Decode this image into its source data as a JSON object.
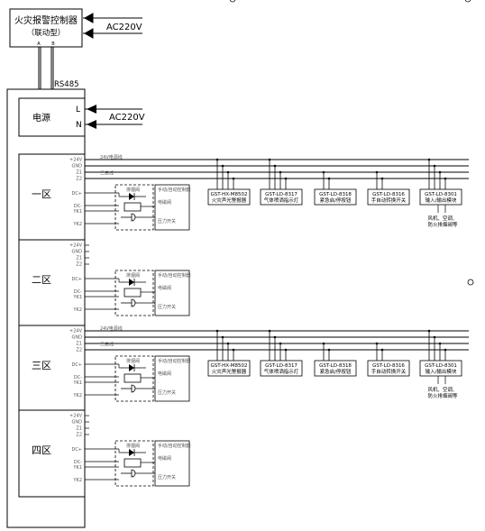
{
  "controller": {
    "line1": "火灾报警控制器",
    "line2": "（联动型）",
    "term_a": "A",
    "term_b": "B"
  },
  "supply_top": "AC220V",
  "bus_label": "RS485",
  "power": {
    "label": "电源",
    "L": "L",
    "N": "N",
    "supply": "AC220V"
  },
  "bus_terms": [
    "+24V",
    "GND",
    "Z1",
    "Z2"
  ],
  "wire_labels": {
    "power_line": "24V电源线",
    "signal_line": "二总线"
  },
  "io_terms": [
    "DC+",
    "DC-",
    "YK1",
    "YK2"
  ],
  "valve": {
    "title": "排烟阀",
    "motor": "电磁阀",
    "switch": "压力开关",
    "header": "手动/自动控制器"
  },
  "zones": [
    {
      "name": "一区",
      "has_devices": true
    },
    {
      "name": "二区",
      "has_devices": false
    },
    {
      "name": "三区",
      "has_devices": true
    },
    {
      "name": "四区",
      "has_devices": false
    }
  ],
  "devices": [
    {
      "model": "GST-HX-M8502",
      "desc": "火灾声光警报器"
    },
    {
      "model": "GST-LD-8317",
      "desc": "气体喷洒指示灯"
    },
    {
      "model": "GST-LD-8318",
      "desc": "紧急启/停按钮"
    },
    {
      "model": "GST-LD-8316",
      "desc": "手自动转换开关"
    },
    {
      "model": "GST-LD-8301",
      "desc": "输入/输出模块"
    }
  ],
  "module_note": {
    "line1": "风机、空调、",
    "line2": "防火排烟阀等"
  }
}
